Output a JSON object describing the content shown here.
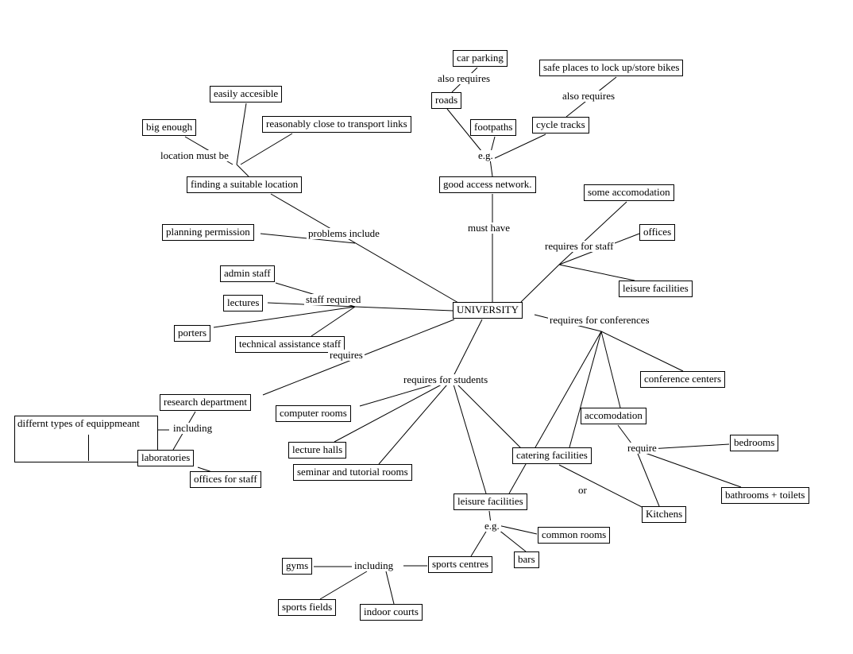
{
  "diagram": {
    "type": "concept-map",
    "central_node": "UNIVERSITY",
    "colors": {
      "background": "#ffffff",
      "box_border": "#000000",
      "line": "#000000",
      "text": "#000000"
    }
  },
  "nodes": [
    {
      "id": "car-parking",
      "label": "car parking"
    },
    {
      "id": "safe-places-bikes",
      "label": "safe places to lock up/store bikes"
    },
    {
      "id": "roads",
      "label": "roads"
    },
    {
      "id": "footpaths",
      "label": "footpaths"
    },
    {
      "id": "cycle-tracks",
      "label": "cycle tracks"
    },
    {
      "id": "easily-accesible",
      "label": "easily accesible"
    },
    {
      "id": "big-enough",
      "label": "big enough"
    },
    {
      "id": "reasonably-close-transport",
      "label": "reasonably close to transport links"
    },
    {
      "id": "finding-suitable-location",
      "label": "finding a suitable location"
    },
    {
      "id": "good-access-network",
      "label": "good access network."
    },
    {
      "id": "some-accomodation",
      "label": "some accomodation"
    },
    {
      "id": "planning-permission",
      "label": "planning permission"
    },
    {
      "id": "offices",
      "label": "offices"
    },
    {
      "id": "admin-staff",
      "label": "admin staff"
    },
    {
      "id": "leisure-facilities-staff",
      "label": "leisure facilities"
    },
    {
      "id": "lectures",
      "label": "lectures"
    },
    {
      "id": "university",
      "label": "UNIVERSITY"
    },
    {
      "id": "porters",
      "label": "porters"
    },
    {
      "id": "technical-assistance-staff",
      "label": "technical assistance staff"
    },
    {
      "id": "conference-centers",
      "label": "conference centers"
    },
    {
      "id": "research-department",
      "label": "research department"
    },
    {
      "id": "computer-rooms",
      "label": "computer rooms"
    },
    {
      "id": "different-types-equipment",
      "label": "differnt types of equippmeant"
    },
    {
      "id": "accomodation",
      "label": "accomodation"
    },
    {
      "id": "lecture-halls",
      "label": "lecture halls"
    },
    {
      "id": "bedrooms",
      "label": "bedrooms"
    },
    {
      "id": "catering-facilities",
      "label": "catering facilities"
    },
    {
      "id": "laboratories",
      "label": "laboratories"
    },
    {
      "id": "seminar-tutorial-rooms",
      "label": "seminar and tutorial rooms"
    },
    {
      "id": "offices-for-staff",
      "label": "offices for staff"
    },
    {
      "id": "bathrooms-toilets",
      "label": "bathrooms + toilets"
    },
    {
      "id": "leisure-facilities-students",
      "label": "leisure facilities"
    },
    {
      "id": "kitchens",
      "label": "Kitchens"
    },
    {
      "id": "common-rooms",
      "label": "common rooms"
    },
    {
      "id": "bars",
      "label": "bars"
    },
    {
      "id": "sports-centres",
      "label": "sports centres"
    },
    {
      "id": "gyms",
      "label": "gyms"
    },
    {
      "id": "sports-fields",
      "label": "sports fields"
    },
    {
      "id": "indoor-courts",
      "label": "indoor courts"
    }
  ],
  "edge_labels": [
    {
      "id": "also-requires-roads",
      "text": "also requires"
    },
    {
      "id": "also-requires-bikes",
      "text": "also requires"
    },
    {
      "id": "location-must-be",
      "text": "location must be"
    },
    {
      "id": "eg-access",
      "text": "e.g."
    },
    {
      "id": "must-have",
      "text": "must have"
    },
    {
      "id": "requires-for-staff",
      "text": "requires for staff"
    },
    {
      "id": "problems-include",
      "text": "problems include"
    },
    {
      "id": "staff-required",
      "text": "staff required"
    },
    {
      "id": "requires-for-conferences",
      "text": "requires for conferences"
    },
    {
      "id": "requires",
      "text": "requires"
    },
    {
      "id": "requires-for-students",
      "text": "requires for students"
    },
    {
      "id": "including-research",
      "text": "including"
    },
    {
      "id": "require",
      "text": "require"
    },
    {
      "id": "or",
      "text": "or"
    },
    {
      "id": "eg-leisure",
      "text": "e.g."
    },
    {
      "id": "including-sports",
      "text": "including"
    }
  ],
  "edges": [
    {
      "from": "finding-suitable-location",
      "to": "easily-accesible",
      "label": "location must be"
    },
    {
      "from": "finding-suitable-location",
      "to": "big-enough",
      "label": "location must be"
    },
    {
      "from": "finding-suitable-location",
      "to": "reasonably-close-transport",
      "label": "location must be"
    },
    {
      "from": "university",
      "to": "finding-suitable-location",
      "label": "problems include"
    },
    {
      "from": "university",
      "to": "planning-permission",
      "label": "problems include"
    },
    {
      "from": "roads",
      "to": "car-parking",
      "label": "also requires"
    },
    {
      "from": "cycle-tracks",
      "to": "safe-places-bikes",
      "label": "also requires"
    },
    {
      "from": "good-access-network",
      "to": "roads",
      "label": "e.g."
    },
    {
      "from": "good-access-network",
      "to": "footpaths",
      "label": "e.g."
    },
    {
      "from": "good-access-network",
      "to": "cycle-tracks",
      "label": "e.g."
    },
    {
      "from": "university",
      "to": "good-access-network",
      "label": "must have"
    },
    {
      "from": "university",
      "to": "some-accomodation",
      "label": "requires for staff"
    },
    {
      "from": "university",
      "to": "offices",
      "label": "requires for staff"
    },
    {
      "from": "university",
      "to": "leisure-facilities-staff",
      "label": "requires for staff"
    },
    {
      "from": "university",
      "to": "admin-staff",
      "label": "staff required"
    },
    {
      "from": "university",
      "to": "lectures",
      "label": "staff required"
    },
    {
      "from": "university",
      "to": "porters",
      "label": "staff required"
    },
    {
      "from": "university",
      "to": "technical-assistance-staff",
      "label": "staff required"
    },
    {
      "from": "university",
      "to": "research-department",
      "label": "requires"
    },
    {
      "from": "research-department",
      "to": "laboratories",
      "label": "including"
    },
    {
      "from": "research-department",
      "to": "different-types-equipment",
      "label": "including"
    },
    {
      "from": "laboratories",
      "to": "offices-for-staff",
      "label": ""
    },
    {
      "from": "university",
      "to": "conference-centers",
      "label": "requires for conferences"
    },
    {
      "from": "university",
      "to": "accomodation",
      "label": "requires for conferences"
    },
    {
      "from": "university",
      "to": "catering-facilities",
      "label": "requires for conferences"
    },
    {
      "from": "university",
      "to": "leisure-facilities-students",
      "label": "requires for conferences"
    },
    {
      "from": "accomodation",
      "to": "bedrooms",
      "label": "require"
    },
    {
      "from": "accomodation",
      "to": "bathrooms-toilets",
      "label": "require"
    },
    {
      "from": "accomodation",
      "to": "kitchens",
      "label": "require"
    },
    {
      "from": "catering-facilities",
      "to": "kitchens",
      "label": "or"
    },
    {
      "from": "university",
      "to": "computer-rooms",
      "label": "requires for students"
    },
    {
      "from": "university",
      "to": "lecture-halls",
      "label": "requires for students"
    },
    {
      "from": "university",
      "to": "seminar-tutorial-rooms",
      "label": "requires for students"
    },
    {
      "from": "university",
      "to": "leisure-facilities-students",
      "label": "requires for students"
    },
    {
      "from": "university",
      "to": "catering-facilities",
      "label": "requires for students"
    },
    {
      "from": "leisure-facilities-students",
      "to": "common-rooms",
      "label": "e.g."
    },
    {
      "from": "leisure-facilities-students",
      "to": "bars",
      "label": "e.g."
    },
    {
      "from": "leisure-facilities-students",
      "to": "sports-centres",
      "label": "e.g."
    },
    {
      "from": "sports-centres",
      "to": "gyms",
      "label": "including"
    },
    {
      "from": "sports-centres",
      "to": "sports-fields",
      "label": "including"
    },
    {
      "from": "sports-centres",
      "to": "indoor-courts",
      "label": "including"
    }
  ]
}
